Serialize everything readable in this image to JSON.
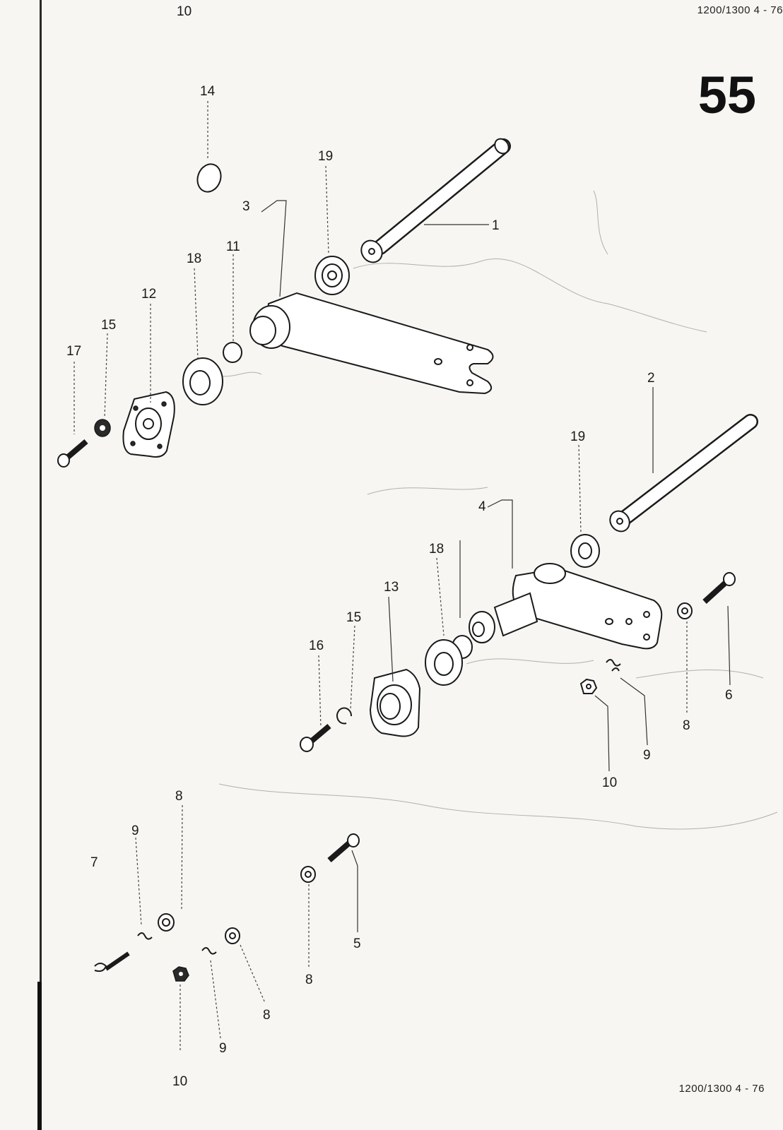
{
  "header": {
    "code": "1200/1300  4 - 76"
  },
  "page_number": "55",
  "footer": {
    "code": "1200/1300  4 - 76"
  },
  "callouts": {
    "c1": "1",
    "c2": "2",
    "c3": "3",
    "c4": "4",
    "c5": "5",
    "c6": "6",
    "c7": "7",
    "c8a": "8",
    "c8b": "8",
    "c8c": "8",
    "c8d": "8",
    "c9a": "9",
    "c9b": "9",
    "c9c": "9",
    "c10a": "10",
    "c10b": "10",
    "c10c": "10",
    "c11": "11",
    "c12": "12",
    "c13": "13",
    "c14": "14",
    "c15a": "15",
    "c15b": "15",
    "c16": "16",
    "c17": "17",
    "c18a": "18",
    "c18b": "18",
    "c19a": "19",
    "c19b": "19"
  }
}
